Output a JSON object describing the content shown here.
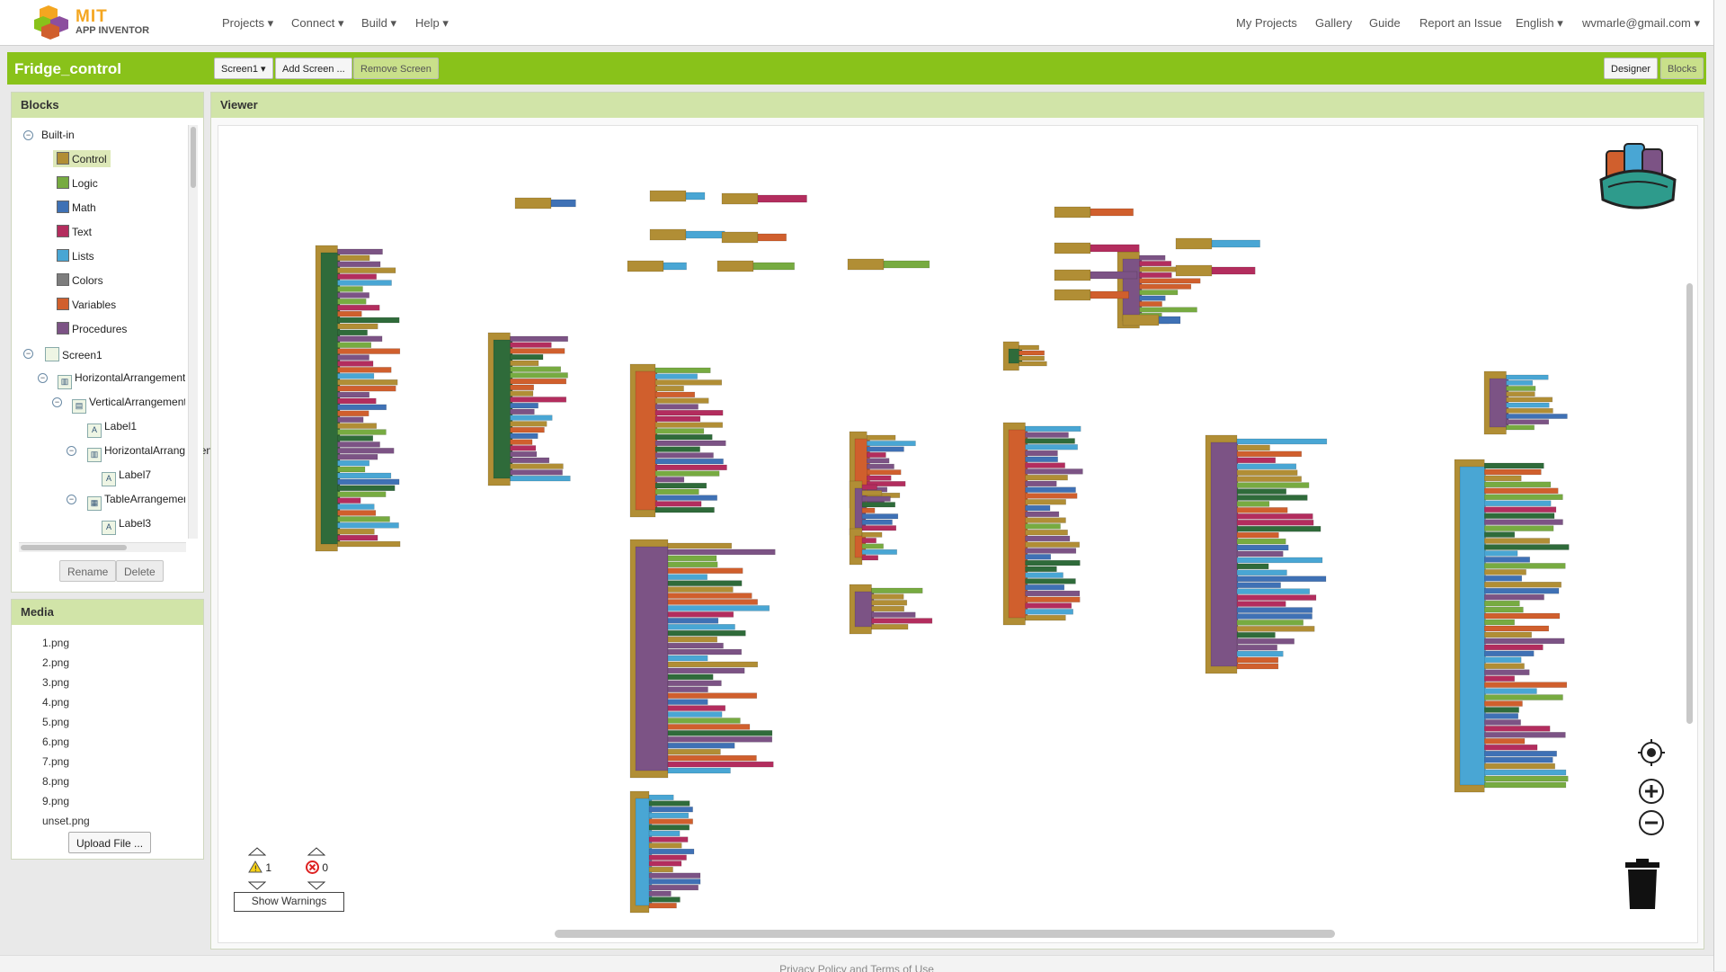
{
  "app": {
    "logo_line1": "MIT",
    "logo_line2": "APP INVENTOR"
  },
  "nav_left": [
    {
      "label": "Projects ▾"
    },
    {
      "label": "Connect ▾"
    },
    {
      "label": "Build ▾"
    },
    {
      "label": "Help ▾"
    }
  ],
  "nav_right": [
    {
      "label": "My Projects"
    },
    {
      "label": "Gallery"
    },
    {
      "label": "Guide"
    },
    {
      "label": "Report an Issue"
    },
    {
      "label": "English ▾"
    },
    {
      "label": "wvmarle@gmail.com ▾"
    }
  ],
  "project": {
    "title": "Fridge_control",
    "screen_select": "Screen1 ▾",
    "add_screen": "Add Screen ...",
    "remove_screen": "Remove Screen",
    "designer": "Designer",
    "blocks": "Blocks"
  },
  "blocks_panel": {
    "title": "Blocks",
    "builtin_label": "Built-in",
    "builtin": [
      {
        "label": "Control",
        "color": "#b18e35"
      },
      {
        "label": "Logic",
        "color": "#77ab41"
      },
      {
        "label": "Math",
        "color": "#3f71b5"
      },
      {
        "label": "Text",
        "color": "#b32d5e"
      },
      {
        "label": "Lists",
        "color": "#49a6d4"
      },
      {
        "label": "Colors",
        "color": "#7d7d7d"
      },
      {
        "label": "Variables",
        "color": "#d05f2d"
      },
      {
        "label": "Procedures",
        "color": "#7c5385"
      }
    ],
    "components": [
      {
        "label": "Screen1"
      },
      {
        "label": "HorizontalArrangement"
      },
      {
        "label": "VerticalArrangement"
      },
      {
        "label": "Label1"
      },
      {
        "label": "HorizontalArrangement"
      },
      {
        "label": "Label7"
      },
      {
        "label": "TableArrangement"
      },
      {
        "label": "Label3"
      }
    ],
    "rename": "Rename",
    "delete": "Delete"
  },
  "media_panel": {
    "title": "Media",
    "files": [
      "1.png",
      "2.png",
      "3.png",
      "4.png",
      "5.png",
      "6.png",
      "7.png",
      "8.png",
      "9.png",
      "unset.png"
    ],
    "upload": "Upload File ..."
  },
  "viewer": {
    "title": "Viewer",
    "warning_count": "1",
    "error_count": "0",
    "show_warnings": "Show Warnings"
  },
  "footer": {
    "text": "Privacy Policy and Terms of Use"
  }
}
